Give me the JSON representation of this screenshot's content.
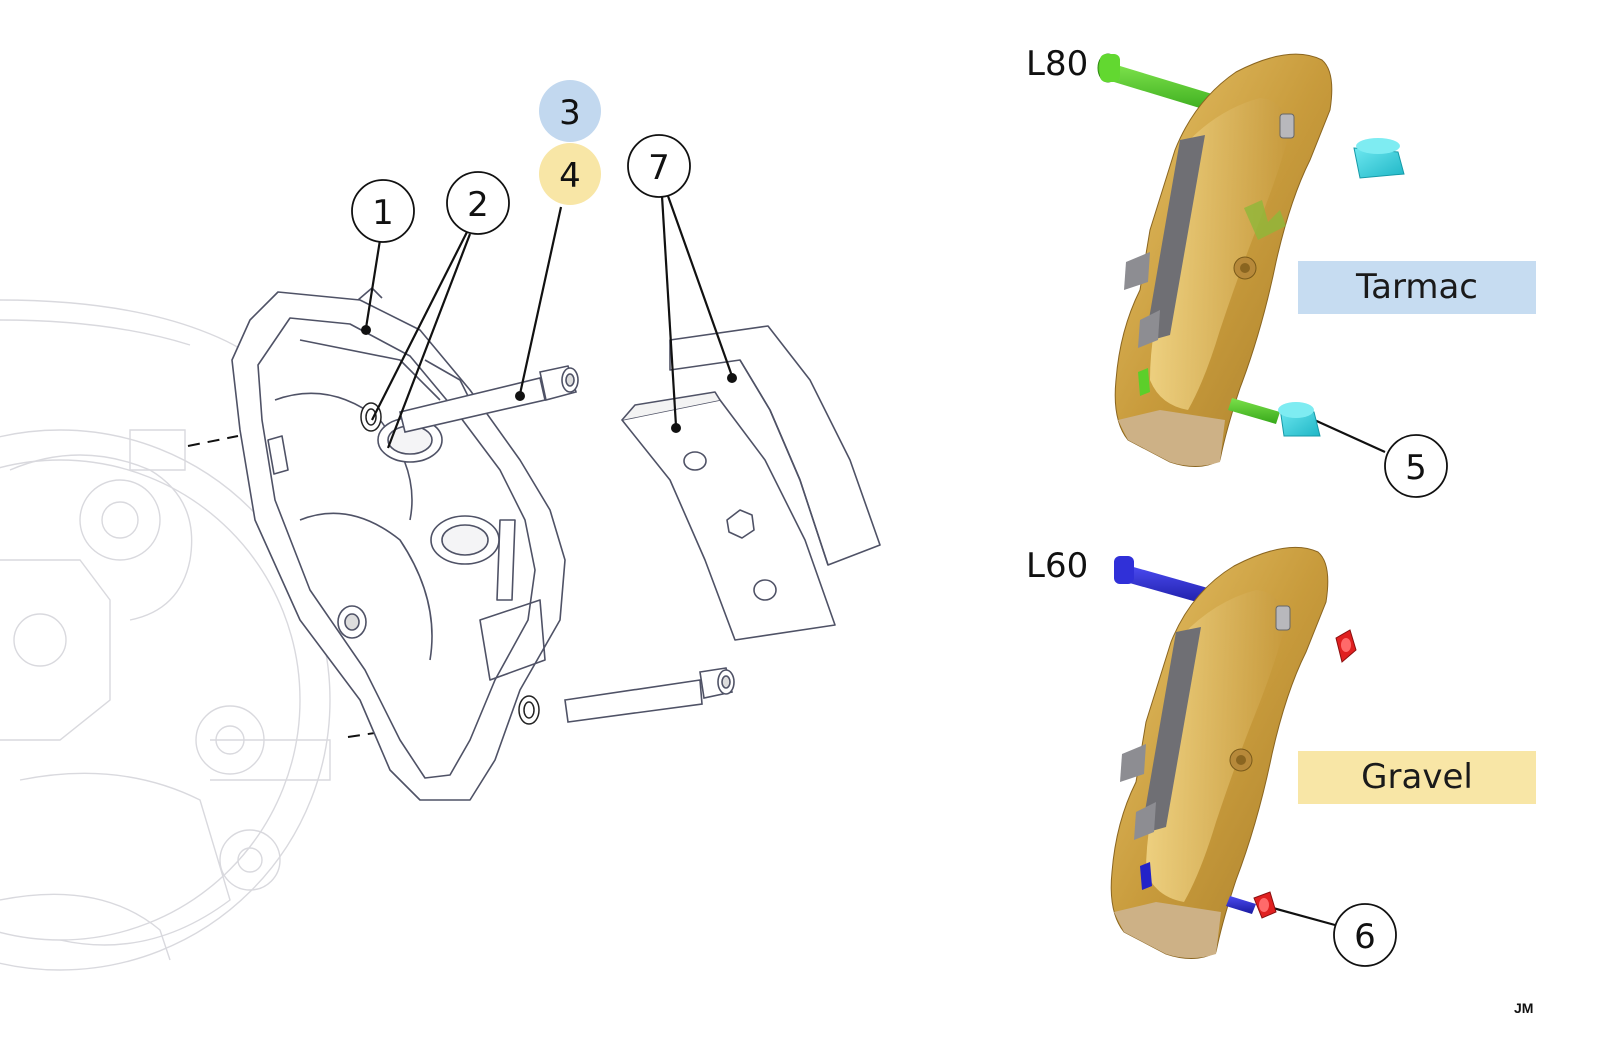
{
  "callouts": {
    "c1": "1",
    "c2": "2",
    "c3": "3",
    "c4": "4",
    "c5": "5",
    "c6": "6",
    "c7": "7"
  },
  "variants": {
    "tarmac": {
      "label": "Tarmac",
      "bolt_length": "L80",
      "color": "#c6dcf1",
      "bolt_color": "#5ccf2a",
      "spacer_color": "#3fd5e0"
    },
    "gravel": {
      "label": "Gravel",
      "bolt_length": "L60",
      "color": "#f8e6a6",
      "bolt_color": "#2323c8",
      "washer_color": "#e02020"
    }
  },
  "colors": {
    "callout_3_fill": "#c2d8ef",
    "callout_4_fill": "#f8e6a6",
    "caliper_gold": "#c9a24a",
    "line_art": "#5a5a6a"
  },
  "author_initials": "JM"
}
